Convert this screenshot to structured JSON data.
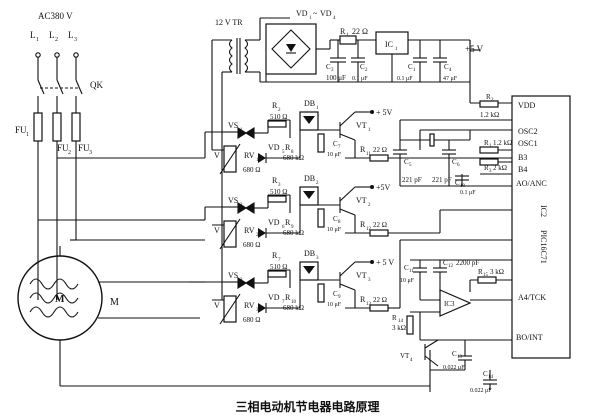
{
  "caption": "三相电动机节电器电路原理",
  "supply": {
    "voltage": "AC380 V",
    "phase_labels": [
      "L",
      "L",
      "L"
    ],
    "phase_subs": [
      "1",
      "2",
      "3"
    ],
    "switch": "QK",
    "fuses": [
      "FU",
      "FU",
      "FU"
    ],
    "fuse_subs": [
      "1",
      "2",
      "3"
    ]
  },
  "power": {
    "transformer": "12 V  TR",
    "bridge": "VD",
    "bridge_subs": [
      "1",
      "4"
    ],
    "bridge_sep": "~",
    "r1": "R",
    "r1_sub": "1",
    "r1_val": "22 Ω",
    "ic1": "IC",
    "ic1_sub": "1",
    "c3": "C",
    "c3_sub": "3",
    "c3_val": "100 μF",
    "c2": "C",
    "c2_sub": "2",
    "c2_val": "0.1 μF",
    "c1": "C",
    "c1_sub": "1",
    "c1_val": "0.1 μF",
    "c4": "C",
    "c4_sub": "4",
    "c4_val": "47 μF",
    "vcc": "+5 V"
  },
  "phases": [
    {
      "vs": "VS",
      "vs_sub": "1",
      "rv": "RV",
      "rv_sub": "1",
      "rv_val": "680 Ω",
      "v": "V",
      "vd": "VD",
      "vd_sub": "5",
      "r_top": "R",
      "r_top_sub": "2",
      "r_top_val": "510 Ω",
      "db": "DB",
      "db_sub": "1",
      "r_mid": "R",
      "r_mid_sub": "8",
      "r_mid_val": "680 kΩ",
      "c": "C",
      "c_sub": "7",
      "c_val": "10 μF",
      "r_out": "R",
      "r_out_sub": "11",
      "r_out_val": "22 Ω",
      "vt": "VT",
      "vt_sub": "1",
      "vcc": "+ 5V"
    },
    {
      "vs": "VS",
      "vs_sub": "2",
      "rv": "RV",
      "rv_sub": "2",
      "rv_val": "680 Ω",
      "v": "V",
      "vd": "VD",
      "vd_sub": "6",
      "r_top": "R",
      "r_top_sub": "3",
      "r_top_val": "510 Ω",
      "db": "DB",
      "db_sub": "2",
      "r_mid": "R",
      "r_mid_sub": "9",
      "r_mid_val": "680 kΩ",
      "c": "C",
      "c_sub": "8",
      "c_val": "10 μF",
      "r_out": "R",
      "r_out_sub": "12",
      "r_out_val": "22 Ω",
      "vt": "VT",
      "vt_sub": "2",
      "vcc": "+5V"
    },
    {
      "vs": "VS",
      "vs_sub": "3",
      "rv": "RV",
      "rv_sub": "3",
      "rv_val": "680 Ω",
      "v": "V",
      "vd": "VD",
      "vd_sub": "7",
      "r_top": "R",
      "r_top_sub": "7",
      "r_top_val": "510 Ω",
      "db": "DB",
      "db_sub": "3",
      "r_mid": "R",
      "r_mid_sub": "10",
      "r_mid_val": "680 kΩ",
      "c": "C",
      "c_sub": "9",
      "c_val": "10 μF",
      "r_out": "R",
      "r_out_sub": "13",
      "r_out_val": "22 Ω",
      "vt": "VT",
      "vt_sub": "3",
      "vcc": "+ 5 V"
    }
  ],
  "motor": {
    "label": "M",
    "tag": "M"
  },
  "mcu": {
    "pins": [
      "VDD",
      "OSC2",
      "OSC1",
      "B3",
      "B4",
      "AO/ANC",
      "A4/TCK",
      "BO/INT"
    ],
    "name": "IC2",
    "part": "PIC16C71"
  },
  "osc": {
    "c5": "C",
    "c5_sub": "5",
    "c5_val": "221 pF",
    "c6": "C",
    "c6_sub": "6",
    "c6_val": "221 pF",
    "r2": "R",
    "r2_sub": "2",
    "r2_val": "1.2 kΩ",
    "r1": "R",
    "r1_sub": "1",
    "r1_val": "1.2 kΩ",
    "r3": "R",
    "r3_sub": "3",
    "r3_val": "2 kΩ",
    "c10": "C",
    "c10_sub": "10",
    "c10_val": "0.1 μF"
  },
  "zero": {
    "c11": "C",
    "c11_sub": "11",
    "c11_val": "10 μF",
    "c12": "C",
    "c12_sub": "12",
    "c12_val": "2200 pF",
    "r15": "R",
    "r15_sub": "15",
    "r15_val": "3 kΩ",
    "ic3": "IC3",
    "r14": "R",
    "r14_sub": "14",
    "r14_val": "3 kΩ",
    "vt4": "VT",
    "vt4_sub": "4",
    "c13": "C",
    "c13_sub": "13",
    "c13_val": "0.022 μF",
    "c14": "C",
    "c14_sub": "14",
    "c14_val": "0.022 μF"
  }
}
